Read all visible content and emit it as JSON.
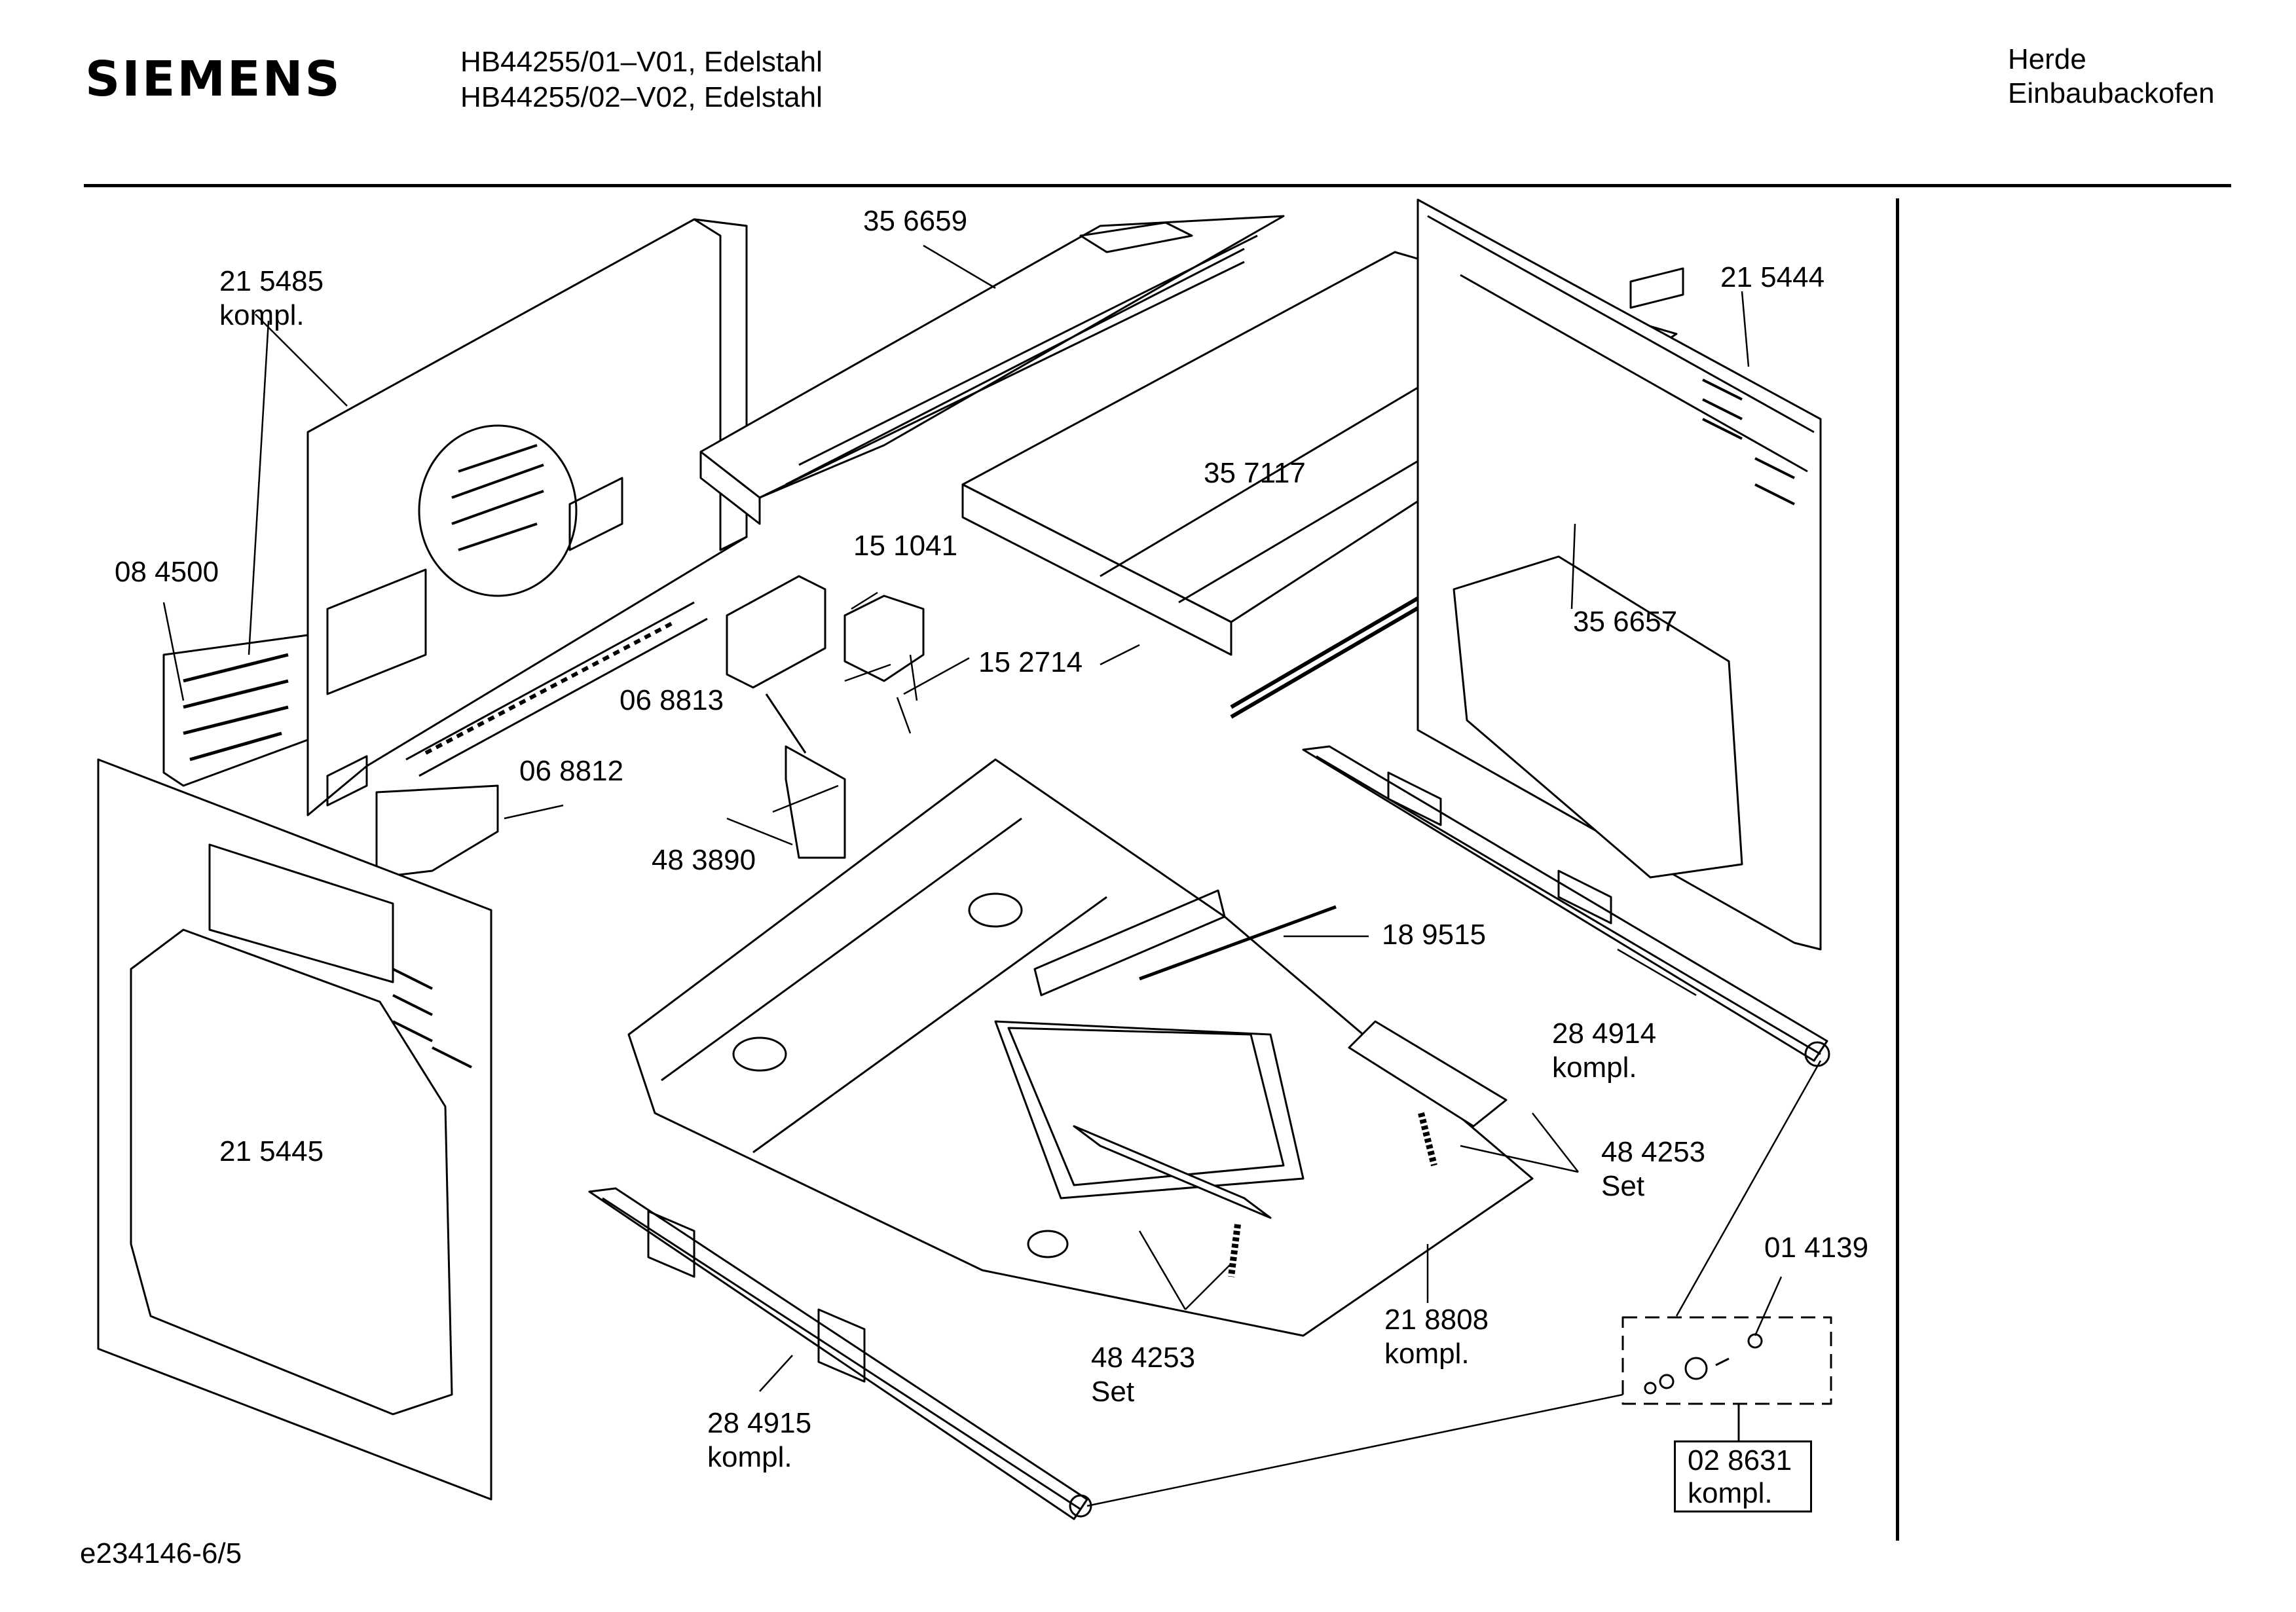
{
  "header": {
    "brand": "SIEMENS",
    "model_line1": "HB44255/01–V01, Edelstahl",
    "model_line2": "HB44255/02–V02, Edelstahl",
    "category1": "Herde",
    "category2": "Einbaubackofen"
  },
  "parts": {
    "p215485": "21 5485",
    "p215485_sub": "kompl.",
    "p356659": "35 6659",
    "p215444": "21 5444",
    "p084500": "08 4500",
    "p151041": "15 1041",
    "p357117": "35 7117",
    "p152714": "15 2714",
    "p356657": "35 6657",
    "p068813": "06 8813",
    "p068812": "06 8812",
    "p483890": "48 3890",
    "p189515": "18 9515",
    "p284914": "28 4914",
    "p284914_sub": "kompl.",
    "p215445": "21 5445",
    "p484253a": "48 4253",
    "p484253a_sub": "Set",
    "p014139": "01 4139",
    "p218808": "21 8808",
    "p218808_sub": "kompl.",
    "p484253b": "48 4253",
    "p484253b_sub": "Set",
    "p284915": "28 4915",
    "p284915_sub": "kompl.",
    "p028631": "02 8631",
    "p028631_sub": "kompl."
  },
  "footer": {
    "code": "e234146-6/5"
  }
}
